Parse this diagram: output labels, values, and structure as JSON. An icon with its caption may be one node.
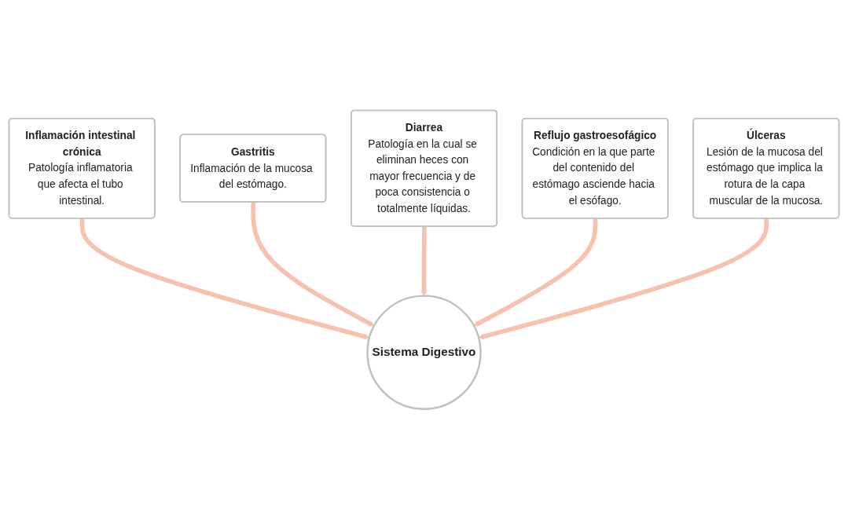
{
  "diagram": {
    "nodes": [
      {
        "text": [
          "Inflamación intestinal crónica",
          "Patología inflamatoria que afecta el tubo intestinal."
        ]
      },
      {
        "text": [
          "Gastritis",
          "Inflamación de la mucosa del estómago."
        ]
      },
      {
        "text": [
          "Diarrea",
          "Patología en la cual se eliminan heces con mayor frecuencia y de poca consistencia o totalmente líquidas."
        ]
      },
      {
        "text": [
          "Reflujo gastroesofágico",
          "Condición en la que parte del contenido del estómago asciende hacia el esófago."
        ]
      },
      {
        "text": [
          "Sistema Digestivo"
        ]
      },
      {
        "text": [
          "Úlceras",
          "Lesión de la mucosa del estómago que implica la rotura de la capa muscular de la mucosa."
        ]
      }
    ],
    "edges": [
      {
        "from": 0,
        "to": 4,
        "arrow": "to"
      },
      {
        "from": 1,
        "to": 4,
        "arrow": "to"
      },
      {
        "from": 2,
        "to": 4,
        "arrow": "to"
      },
      {
        "from": 3,
        "to": 4,
        "arrow": "to"
      },
      {
        "from": 5,
        "to": 4,
        "arrow": "to"
      }
    ]
  }
}
